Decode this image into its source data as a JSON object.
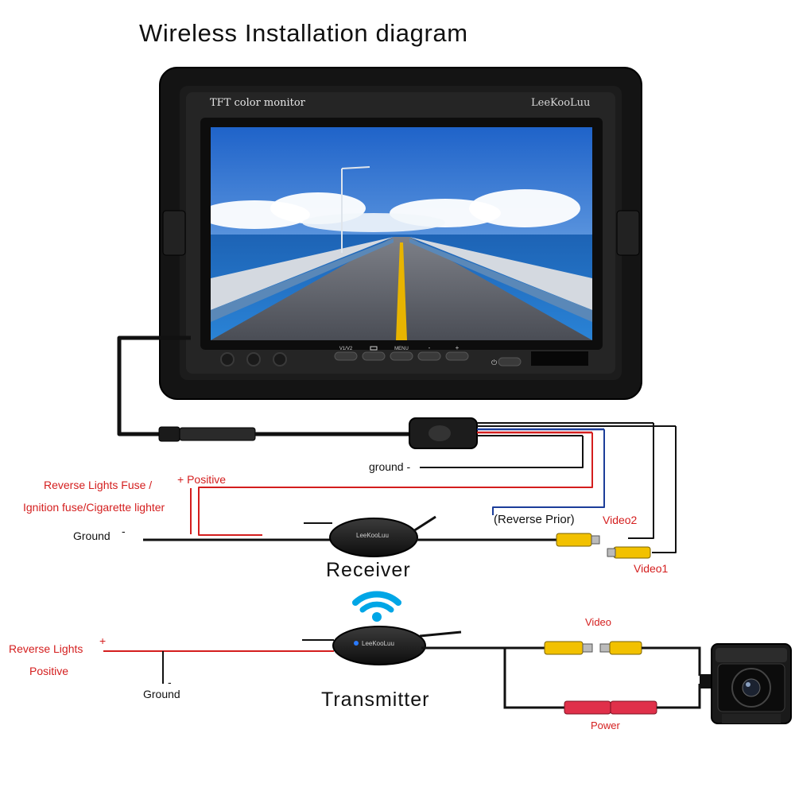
{
  "title": "Wireless Installation diagram",
  "monitor": {
    "label": "TFT color monitor",
    "brand": "LeeKooLuu",
    "buttons": [
      "V1/V2",
      "",
      "MENU",
      "-",
      "+"
    ]
  },
  "monitor_wiring": {
    "ground": "ground -",
    "reverse_prior": "(Reverse Prior)",
    "video2": "Video2",
    "video1": "Video1"
  },
  "receiver": {
    "label": "Receiver",
    "brand": "LeeKooLuu",
    "power_source_line1": "Reverse Lights Fuse /",
    "power_source_line2": "Ignition fuse/Cigarette lighter",
    "positive": "+ Positive",
    "ground": "Ground",
    "ground_sign": "-"
  },
  "transmitter": {
    "label": "Transmitter",
    "brand": "LeeKooLuu",
    "power_line1": "Reverse Lights",
    "power_plus": "+",
    "power_line2": "Positive",
    "ground": "Ground",
    "ground_sign": "-"
  },
  "camera": {
    "video": "Video",
    "power": "Power"
  },
  "colors": {
    "positive_wire": "#d41e1e",
    "reverse_wire": "#1c3d99",
    "rca_video": "#f2c100",
    "rca_power": "#e0304a",
    "wifi_icon": "#00a6e6"
  }
}
